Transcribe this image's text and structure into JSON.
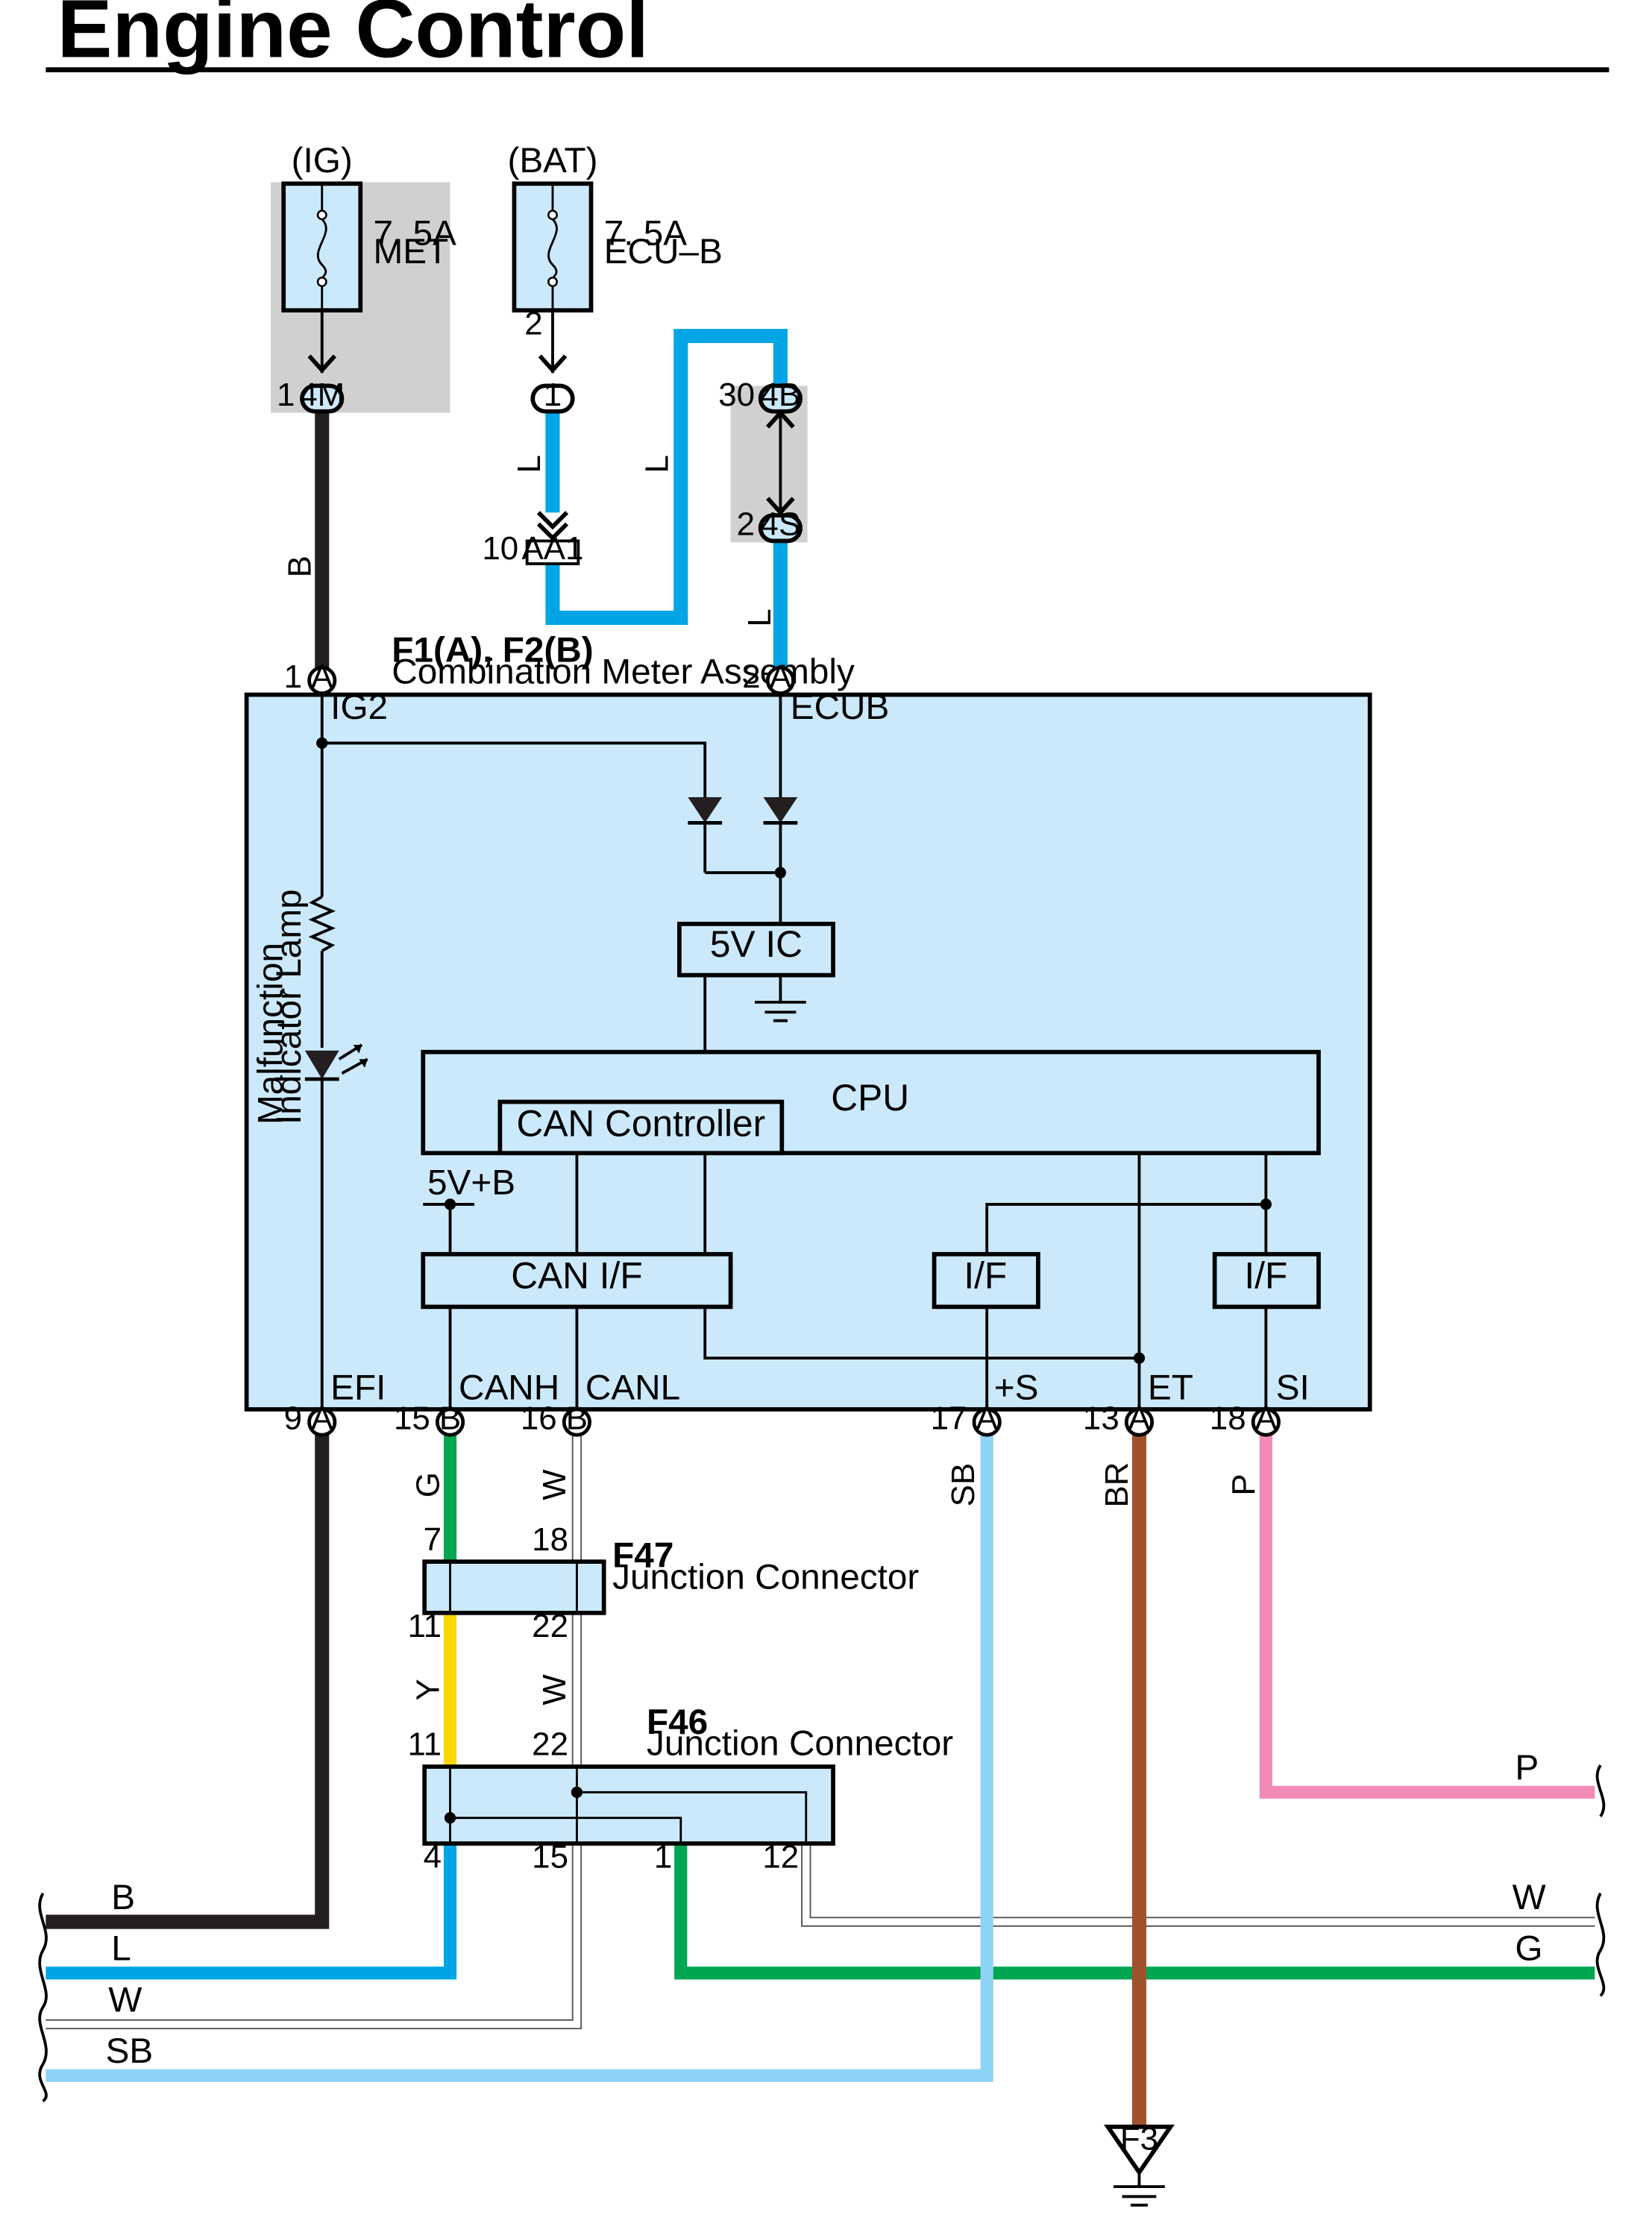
{
  "title": "Engine Control",
  "fuses": {
    "ig": {
      "source": "(IG)",
      "rating": "7. 5A",
      "name": "MET"
    },
    "bat": {
      "source": "(BAT)",
      "rating": "7. 5A",
      "name": "ECU–B"
    }
  },
  "connectors": {
    "c4m": "4M",
    "c4b": "4B",
    "c4s": "4S",
    "aa1": "AA1",
    "p1": "1",
    "a": "A",
    "b": "B",
    "f3": "F3"
  },
  "pins": {
    "met_1": "1",
    "bat_2": "2",
    "j1_1": "1",
    "aa1_10": "10",
    "b4_30": "30",
    "s4_2": "2",
    "a1": "1",
    "a2": "2",
    "a9": "9",
    "b15": "15",
    "b16": "16",
    "a17": "17",
    "a13": "13",
    "a18": "18",
    "f47_7": "7",
    "f47_18": "18",
    "f47_11": "11",
    "f47_22": "22",
    "f46_11": "11",
    "f46_22": "22",
    "f46_4": "4",
    "f46_15": "15",
    "f46_1": "1",
    "f46_12": "12"
  },
  "wire_codes": {
    "b_meter": "B",
    "l_bat": "L",
    "l_mid": "L",
    "l_4s": "L",
    "g_canh": "G",
    "w_canl": "W",
    "y_canh": "Y",
    "w_canl2": "W",
    "sb": "SB",
    "br": "BR",
    "p": "P"
  },
  "meter": {
    "id": "F1(A), F2(B)",
    "name": "Combination Meter Assembly",
    "terminals": {
      "ig2": "IG2",
      "ecub": "ECUB",
      "efi": "EFI",
      "canh": "CANH",
      "canl": "CANL",
      "plus_s": "+S",
      "et": "ET",
      "si": "SI"
    },
    "blocks": {
      "ic": "5V IC",
      "cpu": "CPU",
      "can_controller": "CAN Controller",
      "can_if": "CAN I/F",
      "if1": "I/F",
      "if2": "I/F",
      "supply": "5V+B"
    },
    "lamp": [
      "Malfunction",
      "Indicator Lamp"
    ]
  },
  "junctions": {
    "f47": {
      "id": "F47",
      "name": "Junction Connector"
    },
    "f46": {
      "id": "F46",
      "name": "Junction Connector"
    }
  },
  "edge_wires": {
    "left": [
      "B",
      "L",
      "W",
      "SB"
    ],
    "right": [
      "P",
      "W",
      "G"
    ]
  },
  "colors": {
    "black": "#231f20",
    "blue": "#00a5e6",
    "light_blue": "#8dd3f5",
    "green": "#00a651",
    "yellow": "#ffd700",
    "brown": "#a0522d",
    "pink": "#f28ab8",
    "component_fill": "#cbe9fa",
    "shade": "#d0d0d1"
  }
}
